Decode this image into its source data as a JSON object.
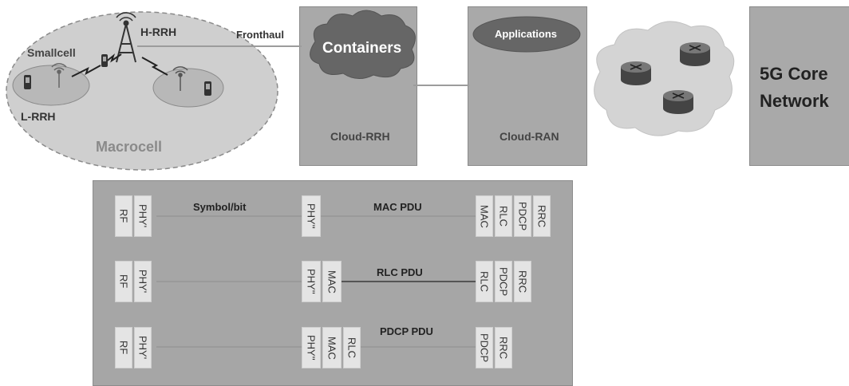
{
  "macrocell": {
    "label": "Macrocell",
    "smallcell_label": "Smallcell",
    "lrrh_label": "L-RRH",
    "hrrh_label": "H-RRH"
  },
  "fronthaul_label": "Fronthaul",
  "cloud_rrh": {
    "cloud_label": "Containers",
    "box_label": "Cloud-RRH"
  },
  "cloud_ran": {
    "oval_label": "Applications",
    "box_label": "Cloud-RAN"
  },
  "core": {
    "line1": "5G Core",
    "line2": "Network"
  },
  "splits": {
    "row1": {
      "left": [
        "RF",
        "PHY'"
      ],
      "left_link": "Symbol/bit",
      "mid": [
        "PHY''"
      ],
      "right_link": "MAC PDU",
      "right": [
        "MAC",
        "RLC",
        "PDCP",
        "RRC"
      ]
    },
    "row2": {
      "left": [
        "RF",
        "PHY'"
      ],
      "mid": [
        "PHY''",
        "MAC"
      ],
      "right_link": "RLC PDU",
      "right": [
        "RLC",
        "PDCP",
        "RRC"
      ]
    },
    "row3": {
      "left": [
        "RF",
        "PHY'"
      ],
      "mid": [
        "PHY''",
        "MAC",
        "RLC"
      ],
      "right_link": "PDCP PDU",
      "right": [
        "PDCP",
        "RRC"
      ]
    }
  }
}
